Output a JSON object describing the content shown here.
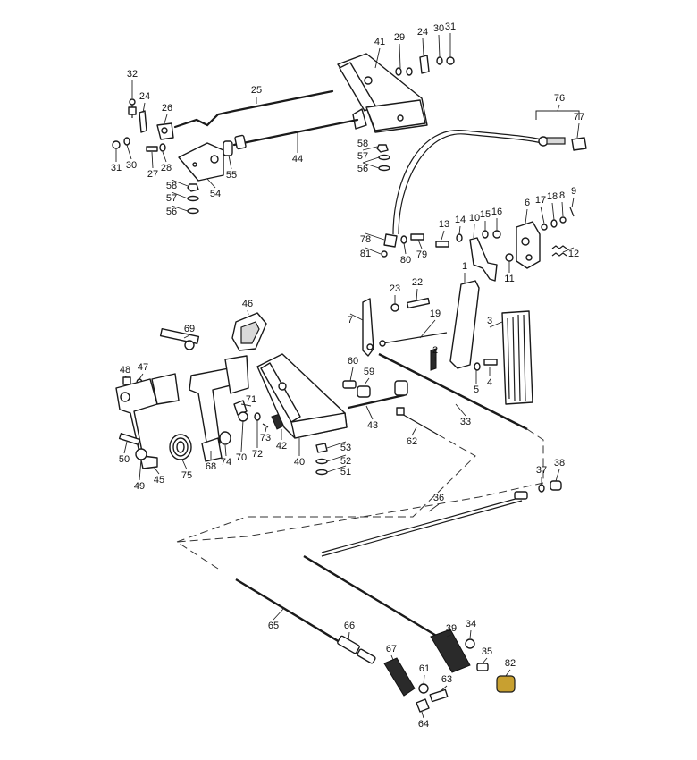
{
  "parts": [
    {
      "number": "1"
    },
    {
      "number": "2"
    },
    {
      "number": "3"
    },
    {
      "number": "4"
    },
    {
      "number": "5"
    },
    {
      "number": "6"
    },
    {
      "number": "7"
    },
    {
      "number": "8"
    },
    {
      "number": "9"
    },
    {
      "number": "10"
    },
    {
      "number": "11"
    },
    {
      "number": "12"
    },
    {
      "number": "13"
    },
    {
      "number": "14"
    },
    {
      "number": "15"
    },
    {
      "number": "16"
    },
    {
      "number": "17"
    },
    {
      "number": "18"
    },
    {
      "number": "19"
    },
    {
      "number": "22"
    },
    {
      "number": "23"
    },
    {
      "number": "24"
    },
    {
      "number": "24"
    },
    {
      "number": "25"
    },
    {
      "number": "26"
    },
    {
      "number": "27"
    },
    {
      "number": "28"
    },
    {
      "number": "29"
    },
    {
      "number": "30"
    },
    {
      "number": "30"
    },
    {
      "number": "31"
    },
    {
      "number": "31"
    },
    {
      "number": "32"
    },
    {
      "number": "33"
    },
    {
      "number": "34"
    },
    {
      "number": "35"
    },
    {
      "number": "36"
    },
    {
      "number": "37"
    },
    {
      "number": "38"
    },
    {
      "number": "39"
    },
    {
      "number": "40"
    },
    {
      "number": "41"
    },
    {
      "number": "42"
    },
    {
      "number": "43"
    },
    {
      "number": "44"
    },
    {
      "number": "45"
    },
    {
      "number": "46"
    },
    {
      "number": "47"
    },
    {
      "number": "48"
    },
    {
      "number": "49"
    },
    {
      "number": "50"
    },
    {
      "number": "51"
    },
    {
      "number": "52"
    },
    {
      "number": "53"
    },
    {
      "number": "54"
    },
    {
      "number": "55"
    },
    {
      "number": "56"
    },
    {
      "number": "56"
    },
    {
      "number": "57"
    },
    {
      "number": "57"
    },
    {
      "number": "58"
    },
    {
      "number": "58"
    },
    {
      "number": "59"
    },
    {
      "number": "60"
    },
    {
      "number": "61"
    },
    {
      "number": "62"
    },
    {
      "number": "63"
    },
    {
      "number": "64"
    },
    {
      "number": "65"
    },
    {
      "number": "66"
    },
    {
      "number": "67"
    },
    {
      "number": "68"
    },
    {
      "number": "69"
    },
    {
      "number": "70"
    },
    {
      "number": "71"
    },
    {
      "number": "72"
    },
    {
      "number": "73"
    },
    {
      "number": "74"
    },
    {
      "number": "75"
    },
    {
      "number": "76"
    },
    {
      "number": "77"
    },
    {
      "number": "78"
    },
    {
      "number": "79"
    },
    {
      "number": "80"
    },
    {
      "number": "81"
    },
    {
      "number": "82"
    }
  ],
  "colors": {
    "ink": "#1a1a1a",
    "fill_gray": "#d9d9d9",
    "boot_dark": "#2a2a2a",
    "adapter_brass": "#c8a030"
  }
}
